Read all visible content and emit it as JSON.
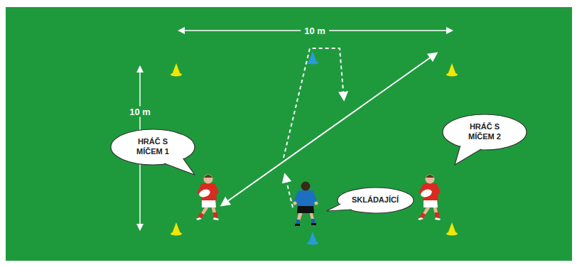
{
  "diagram": {
    "nodes": [
      {
        "text": [
          "HRÁČ S MÍČEM 1"
        ]
      },
      {
        "text": [
          "HRÁČ S MÍČEM 2"
        ]
      },
      {
        "text": [
          "SKLÁDAJÍCÍ"
        ]
      }
    ],
    "labels": [
      "10 m",
      "10 m"
    ]
  }
}
